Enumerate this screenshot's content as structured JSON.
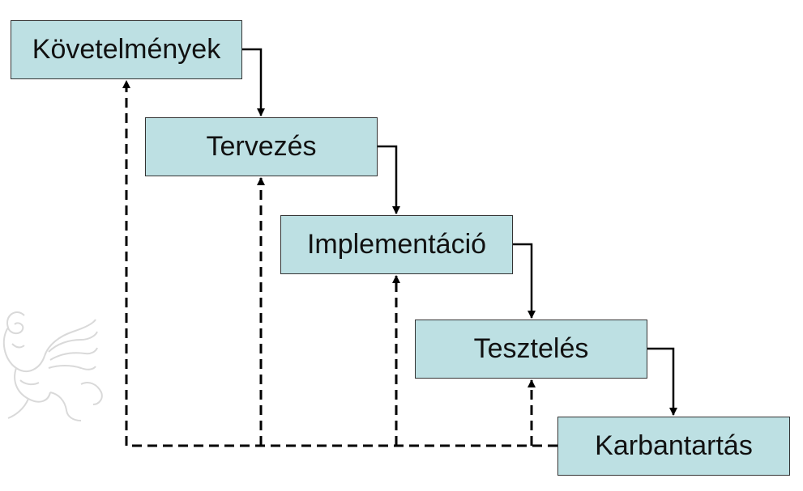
{
  "diagram": {
    "box_fill": "#bde0e3",
    "box_border": "#333333",
    "line_color": "#000000",
    "watermark_color": "#d9d9d9",
    "stages": [
      {
        "label": "Követelmények"
      },
      {
        "label": "Tervezés"
      },
      {
        "label": "Implementáció"
      },
      {
        "label": "Tesztelés"
      },
      {
        "label": "Karbantartás"
      }
    ],
    "forward_flow": "solid arrows from each stage to the next",
    "feedback_flow": "dashed arrows from Karbantartás back to every earlier stage",
    "watermark": "griffin-logo"
  }
}
